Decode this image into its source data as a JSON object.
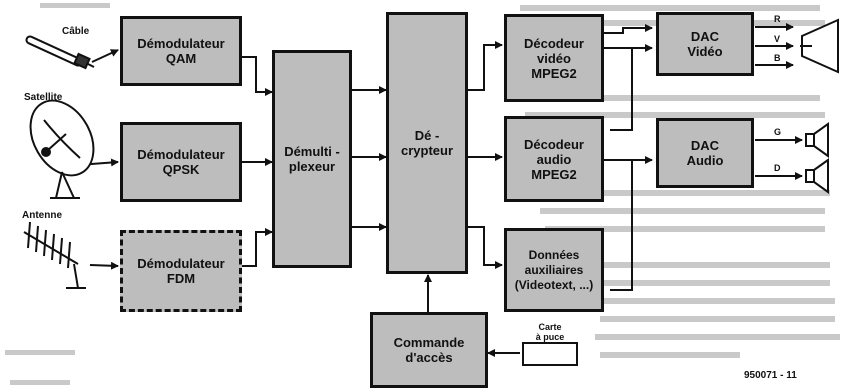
{
  "sources": {
    "cable": "Câble",
    "satellite": "Satellite",
    "antenna": "Antenne"
  },
  "blocks": {
    "demod_qam": "Démodulateur\nQAM",
    "demod_qpsk": "Démodulateur\nQPSK",
    "demod_fdm": "Démodulateur\nFDM",
    "demux": "Démulti -\nplexeur",
    "decrypt": "Dé -\ncrypteur",
    "dec_video": "Décodeur\nvidéo\nMPEG2",
    "dec_audio": "Décodeur\naudio\nMPEG2",
    "aux_data": "Données\nauxiliaires\n(Videotext, ...)",
    "dac_video": "DAC\nVidéo",
    "dac_audio": "DAC\nAudio",
    "access": "Commande\nd'accès"
  },
  "signals": {
    "r": "R",
    "v": "V",
    "b": "B",
    "g": "G",
    "d": "D"
  },
  "card": "Carte\nà puce",
  "figure_ref": "950071 - 11"
}
